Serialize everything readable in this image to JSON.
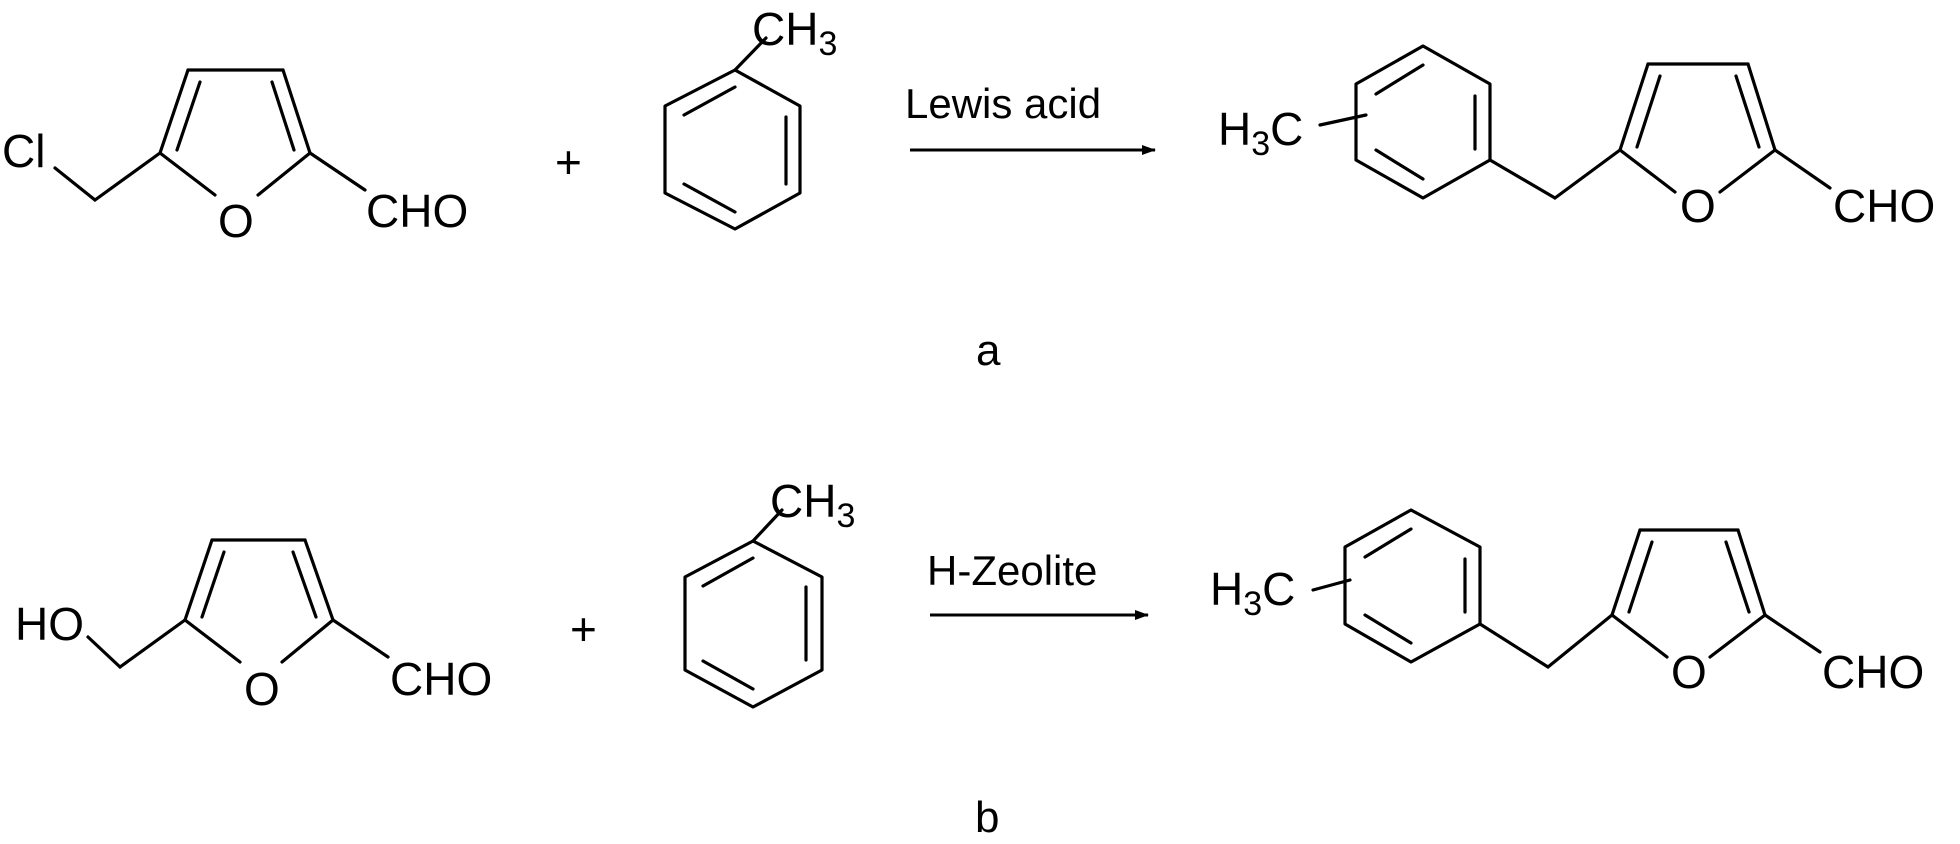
{
  "schemes": [
    {
      "label": "a",
      "reactant1": {
        "substituent": "Cl",
        "ring_o": "O",
        "aldehyde": "CHO"
      },
      "plus": "+",
      "reactant2": {
        "methyl_main": "CH",
        "methyl_sub": "3"
      },
      "condition": "Lewis acid",
      "product": {
        "methyl_main": "H",
        "methyl_sub": "3",
        "methyl_tail": "C",
        "ring_o": "O",
        "aldehyde": "CHO"
      }
    },
    {
      "label": "b",
      "reactant1": {
        "substituent": "HO",
        "ring_o": "O",
        "aldehyde": "CHO"
      },
      "plus": "+",
      "reactant2": {
        "methyl_main": "CH",
        "methyl_sub": "3"
      },
      "condition": "H-Zeolite",
      "product": {
        "methyl_main": "H",
        "methyl_sub": "3",
        "methyl_tail": "C",
        "ring_o": "O",
        "aldehyde": "CHO"
      }
    }
  ]
}
